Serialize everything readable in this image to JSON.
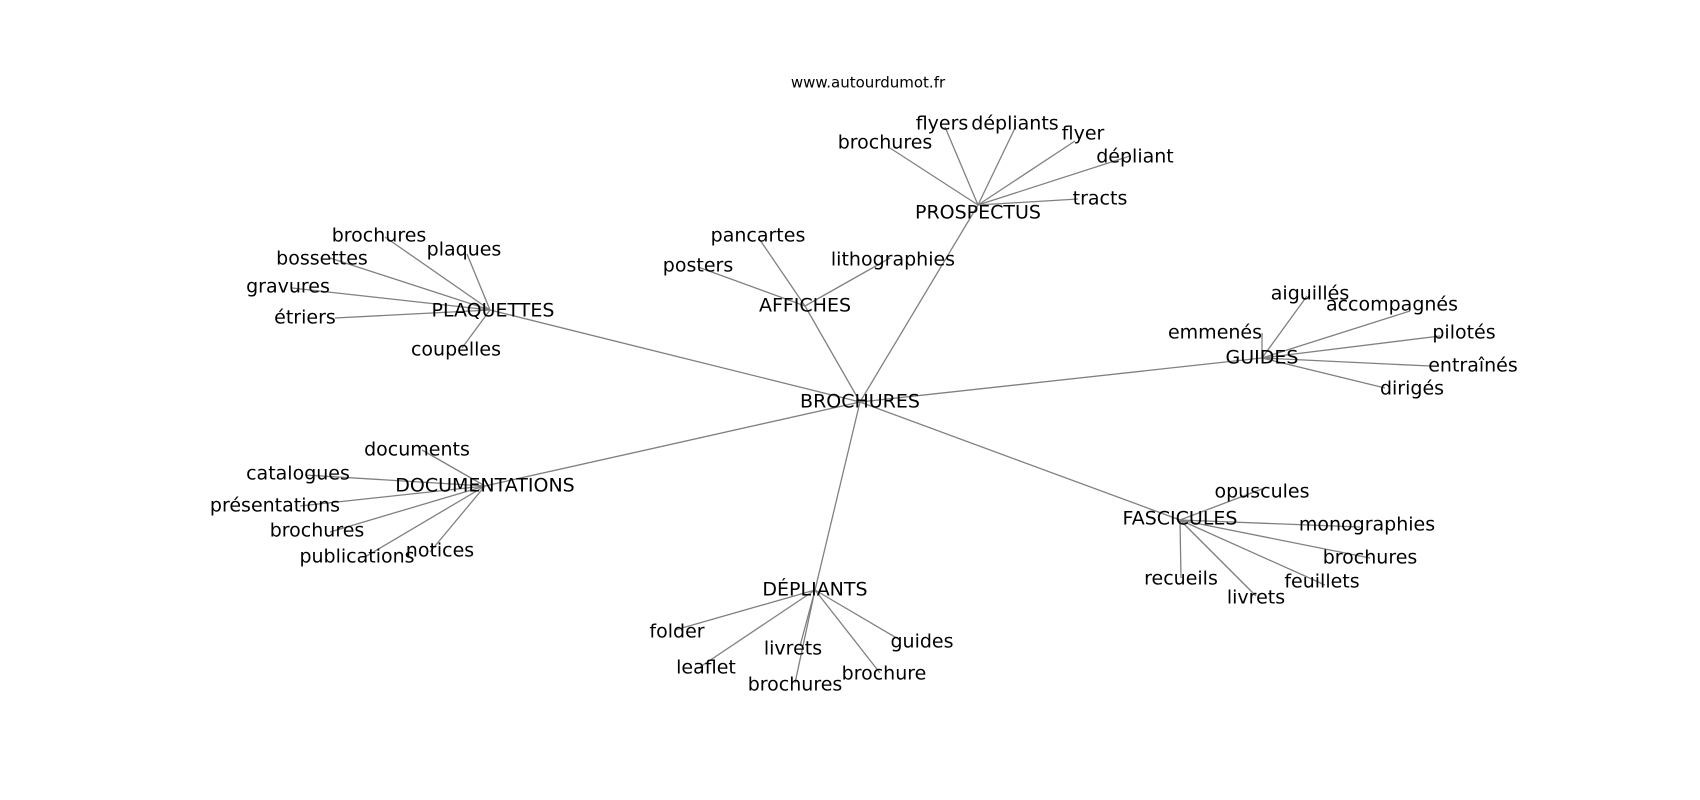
{
  "source": "www.autourdumot.fr",
  "center": "BROCHURES",
  "groups": [
    {
      "id": "prospectus",
      "hub": "PROSPECTUS",
      "leaves": [
        "brochures",
        "flyers",
        "dépliants",
        "flyer",
        "dépliant",
        "tracts"
      ]
    },
    {
      "id": "affiches",
      "hub": "AFFICHES",
      "leaves": [
        "pancartes",
        "posters",
        "lithographies"
      ]
    },
    {
      "id": "plaquettes",
      "hub": "PLAQUETTES",
      "leaves": [
        "brochures",
        "plaques",
        "bossettes",
        "gravures",
        "étriers",
        "coupelles"
      ]
    },
    {
      "id": "guides",
      "hub": "GUIDES",
      "leaves": [
        "aiguillés",
        "accompagnés",
        "emmenés",
        "pilotés",
        "entraînés",
        "dirigés"
      ]
    },
    {
      "id": "documentations",
      "hub": "DOCUMENTATIONS",
      "leaves": [
        "documents",
        "catalogues",
        "présentations",
        "brochures",
        "publications",
        "notices"
      ]
    },
    {
      "id": "fascicules",
      "hub": "FASCICULES",
      "leaves": [
        "opuscules",
        "monographies",
        "brochures",
        "feuillets",
        "recueils",
        "livrets"
      ]
    },
    {
      "id": "depliants",
      "hub": "DÉPLIANTS",
      "leaves": [
        "folder",
        "guides",
        "leaflet",
        "livrets",
        "brochure",
        "brochures"
      ]
    }
  ]
}
